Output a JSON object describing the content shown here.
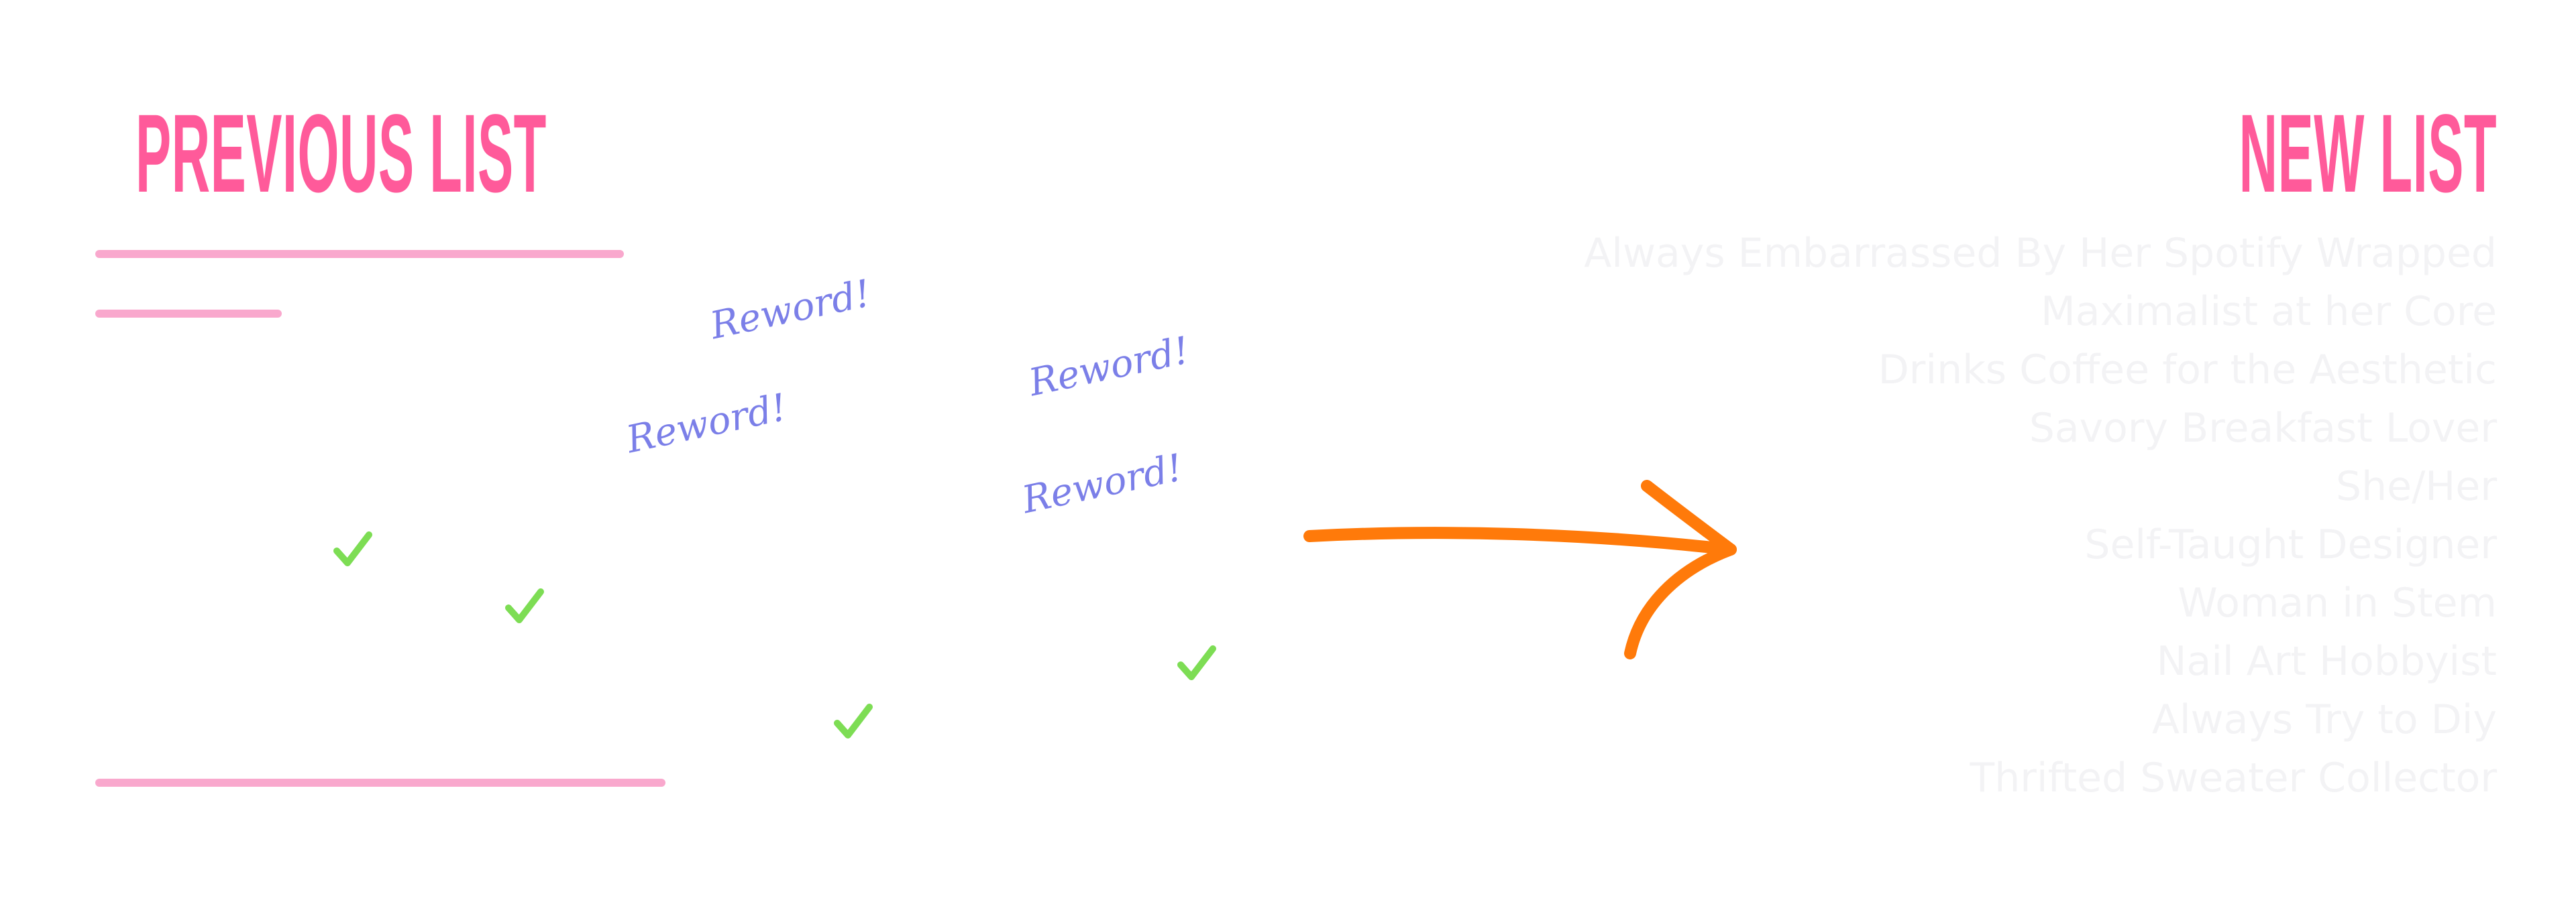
{
  "previous_list": {
    "title": "PREVIOUS LIST"
  },
  "new_list": {
    "title": "NEW LIST",
    "items": [
      "Always Embarrassed By Her Spotify Wrapped",
      "Maximalist at her Core",
      "Drinks Coffee for the Aesthetic",
      "Savory Breakfast Lover",
      "She/Her",
      "Self-Taught Designer",
      "Woman in Stem",
      "Nail Art Hobbyist",
      "Always Try to Diy",
      "Thrifted Sweater Collector"
    ]
  },
  "annotations": {
    "reword_notes": [
      "Reword!",
      "Reword!",
      "Reword!",
      "Reword!"
    ],
    "check_icon": "checkmark-icon",
    "arrow_icon": "arrow-right-icon"
  },
  "colors": {
    "heading": "#ff5a9a",
    "strike": "#f9a8cd",
    "note": "#7b7fe8",
    "check": "#7ddd54",
    "arrow": "#ff7a0a",
    "list_text": "#f3f3f5"
  }
}
